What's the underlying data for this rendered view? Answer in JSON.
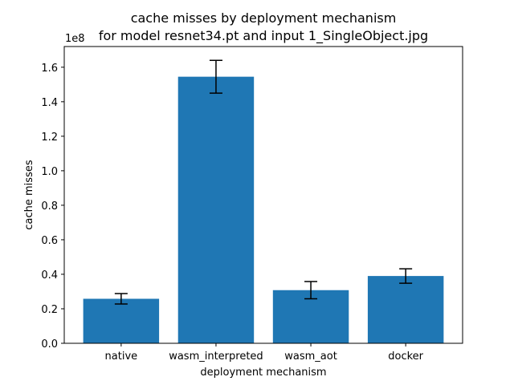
{
  "chart_data": {
    "type": "bar",
    "title": "cache misses by deployment mechanism",
    "subtitle": "for model resnet34.pt and input 1_SingleObject.jpg",
    "xlabel": "deployment mechanism",
    "ylabel": "cache misses",
    "y_offset_label": "1e8",
    "categories": [
      "native",
      "wasm_interpreted",
      "wasm_aot",
      "docker"
    ],
    "values": [
      25800000,
      154500000,
      30800000,
      39000000
    ],
    "error": [
      3000000,
      9500000,
      5000000,
      4200000
    ],
    "ylim": [
      0,
      172000000
    ],
    "y_ticks": [
      0,
      20000000,
      40000000,
      60000000,
      80000000,
      100000000,
      120000000,
      140000000,
      160000000
    ],
    "y_tick_labels": [
      "0.0",
      "0.2",
      "0.4",
      "0.6",
      "0.8",
      "1.0",
      "1.2",
      "1.4",
      "1.6"
    ],
    "bar_color": "#1f77b4",
    "error_color": "#000000",
    "grid": false,
    "legend": "none"
  }
}
